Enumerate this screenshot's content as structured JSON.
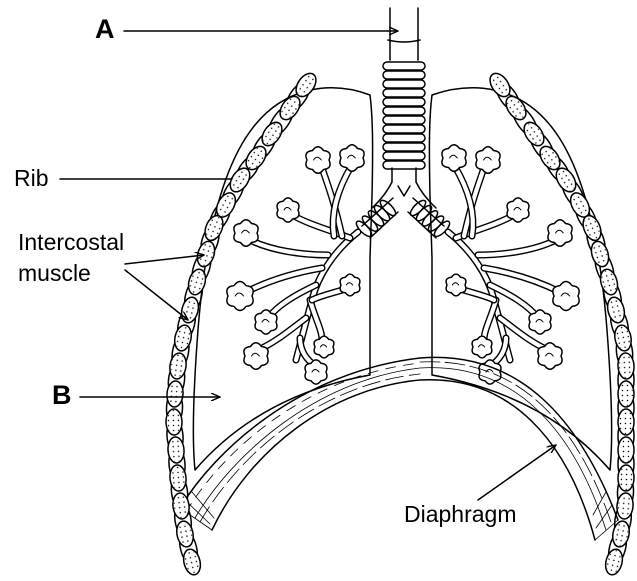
{
  "labels": {
    "a": "A",
    "b": "B",
    "rib": "Rib",
    "intercostal_line1": "Intercostal",
    "intercostal_line2": "muscle",
    "diaphragm": "Diaphragm"
  },
  "colors": {
    "stroke": "#000000",
    "background": "#ffffff"
  }
}
